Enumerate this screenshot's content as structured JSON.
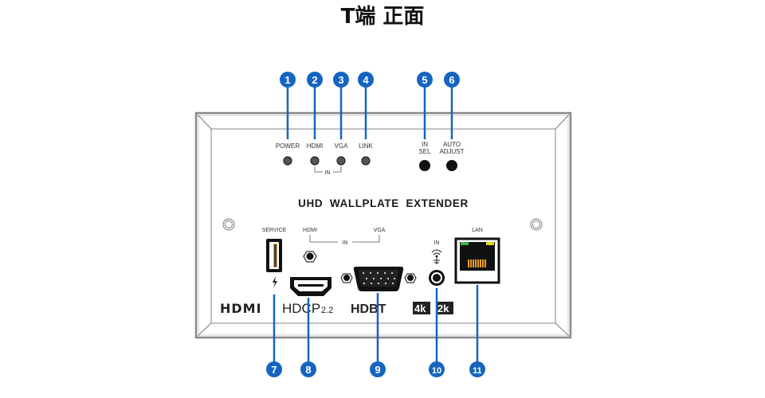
{
  "title": "T端 正面",
  "colors": {
    "callout_blue": "#1565c0",
    "frame_gray": "#777777",
    "led_gray": "#444444",
    "button_black": "#111111",
    "lan_led_green": "#39b54a",
    "lan_led_yellow": "#e8d21c",
    "lan_pins": "#f0a020"
  },
  "panel": {
    "product_name": "UHD  WALLPLATE  EXTENDER",
    "leds": [
      {
        "label": "POWER",
        "callout": "1"
      },
      {
        "label": "HDMI",
        "callout": "2"
      },
      {
        "label": "VGA",
        "callout": "3"
      },
      {
        "label": "LINK",
        "callout": "4"
      }
    ],
    "led_group_label": "IN",
    "buttons": [
      {
        "label_line1": "IN",
        "label_line2": "SEL",
        "callout": "5"
      },
      {
        "label_line1": "AUTO",
        "label_line2": "ADJUST",
        "callout": "6"
      }
    ],
    "ports": {
      "service_label": "SERVICE",
      "service_callout": "7",
      "hdmi_label": "HDMI",
      "hdmi_callout": "8",
      "vga_label": "VGA",
      "vga_callout": "9",
      "input_group_label": "IN",
      "audio_label": "IN",
      "audio_callout": "10",
      "lan_label": "LAN",
      "lan_callout": "11"
    },
    "logos": {
      "hdmi": "HDMI",
      "hdcp": "HDCP",
      "hdcp_version": "2.2",
      "hdbaset": "HDBT",
      "k4": "4k",
      "k2": "2k"
    }
  }
}
